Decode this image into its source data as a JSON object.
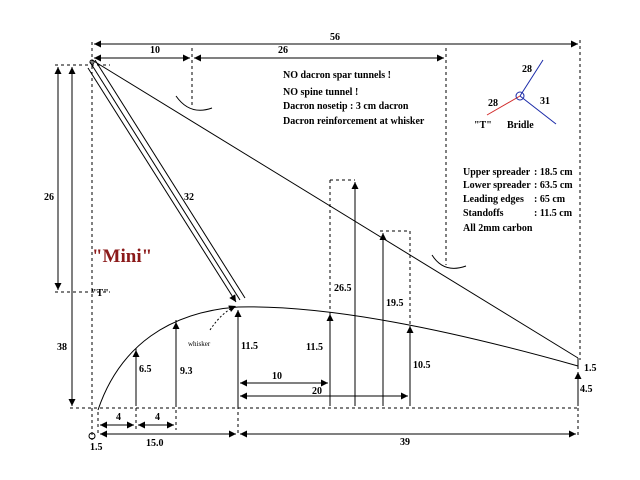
{
  "title": "\"Mini\"",
  "notes": [
    "NO dacron spar tunnels !",
    "NO spine tunnel !",
    "Dacron nosetip : 3 cm dacron",
    "Dacron reinforcement at whisker"
  ],
  "specs": [
    {
      "label": "Upper spreader",
      "value": ": 18.5 cm"
    },
    {
      "label": "Lower spreader",
      "value": ": 63.5 cm"
    },
    {
      "label": "Leading edges",
      "value": ": 65 cm"
    },
    {
      "label": "Standoffs",
      "value": ": 11.5 cm"
    },
    {
      "label": "All 2mm carbon",
      "value": ""
    }
  ],
  "bridle": {
    "label_t": "\"T\"",
    "label": "Bridle",
    "top": "28",
    "left": "28",
    "right": "31"
  },
  "labels": {
    "t_point": "\"T\"",
    "whisker": "whisker"
  },
  "dimensions": {
    "top_total": "56",
    "top_left": "10",
    "top_right": "26",
    "left_upper": "26",
    "left_lower": "38",
    "diagonal": "32",
    "standoff_height": "11.5",
    "curve_h1": "6.5",
    "curve_h2": "9.3",
    "mid_h1": "11.5",
    "mid_h2": "26.5",
    "mid_h3": "19.5",
    "mid_h4": "10.5",
    "base_10": "10",
    "base_20": "20",
    "tip_upper": "1.5",
    "tip_lower": "4.5",
    "bot_4a": "4",
    "bot_4b": "4",
    "bot_15": "15.0",
    "bot_39": "39",
    "bot_15b": "1.5"
  }
}
